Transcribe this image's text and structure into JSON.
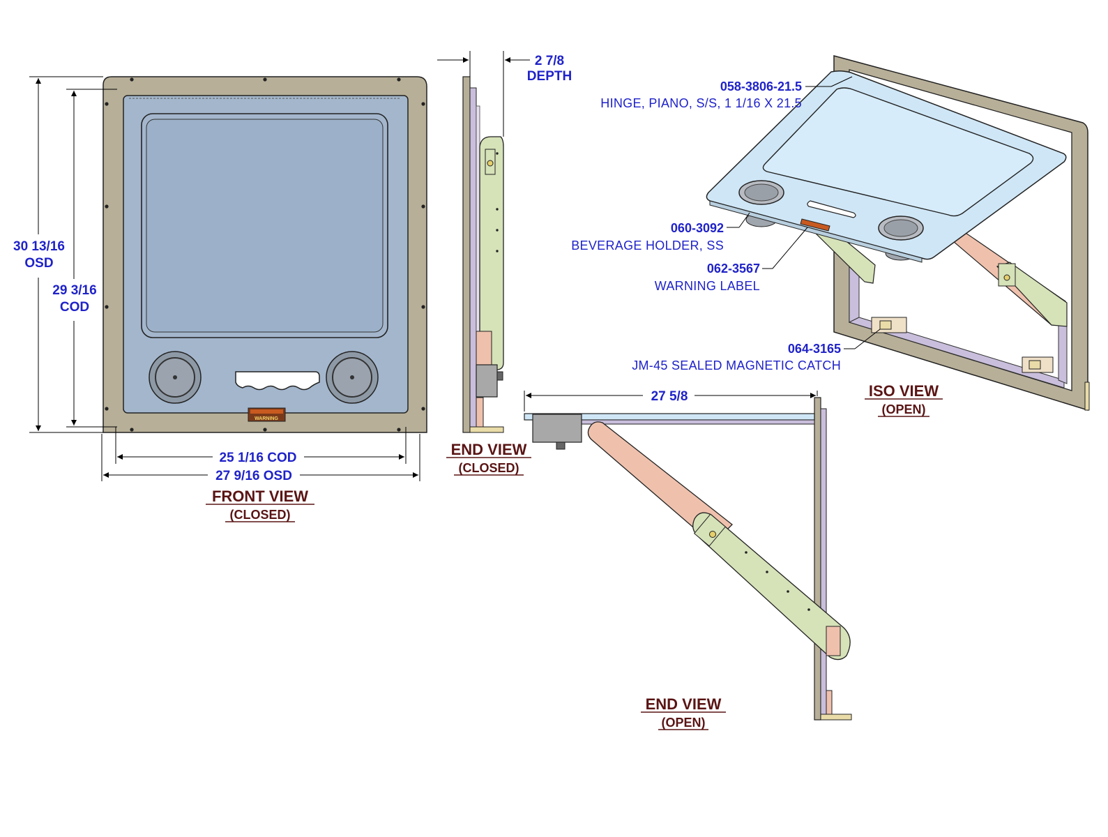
{
  "front_view": {
    "title": "FRONT VIEW",
    "subtitle": "(CLOSED)",
    "dim_height_osd": "30 13/16",
    "dim_height_osd_suffix": "OSD",
    "dim_height_cod": "29 3/16",
    "dim_height_cod_suffix": "COD",
    "dim_width_cod": "25 1/16 COD",
    "dim_width_osd": "27 9/16 OSD",
    "warning_label_text": "WARNING"
  },
  "end_view_closed": {
    "title": "END VIEW",
    "subtitle": "(CLOSED)",
    "dim_depth_value": "2 7/8",
    "dim_depth_label": "DEPTH"
  },
  "end_view_open": {
    "title": "END VIEW",
    "subtitle": "(OPEN)",
    "dim_width": "27 5/8"
  },
  "iso_view": {
    "title": "ISO VIEW",
    "subtitle": "(OPEN)",
    "callouts": [
      {
        "part_number": "058-3806-21.5",
        "description": "HINGE, PIANO, S/S, 1 1/16 X 21.5"
      },
      {
        "part_number": "060-3092",
        "description": "BEVERAGE HOLDER, SS"
      },
      {
        "part_number": "062-3567",
        "description": "WARNING LABEL"
      },
      {
        "part_number": "064-3165",
        "description": "JM-45 SEALED MAGNETIC CATCH"
      }
    ]
  },
  "colors": {
    "frame": "#b7af98",
    "door": "#a3b6cc",
    "door_open": "#cfe6f6",
    "arm": "#d6e2b8",
    "bracket": "#efc1ad",
    "side_panel": "#c9bfdc",
    "dimension_text": "#1f22c8",
    "title_text": "#5a1414"
  }
}
